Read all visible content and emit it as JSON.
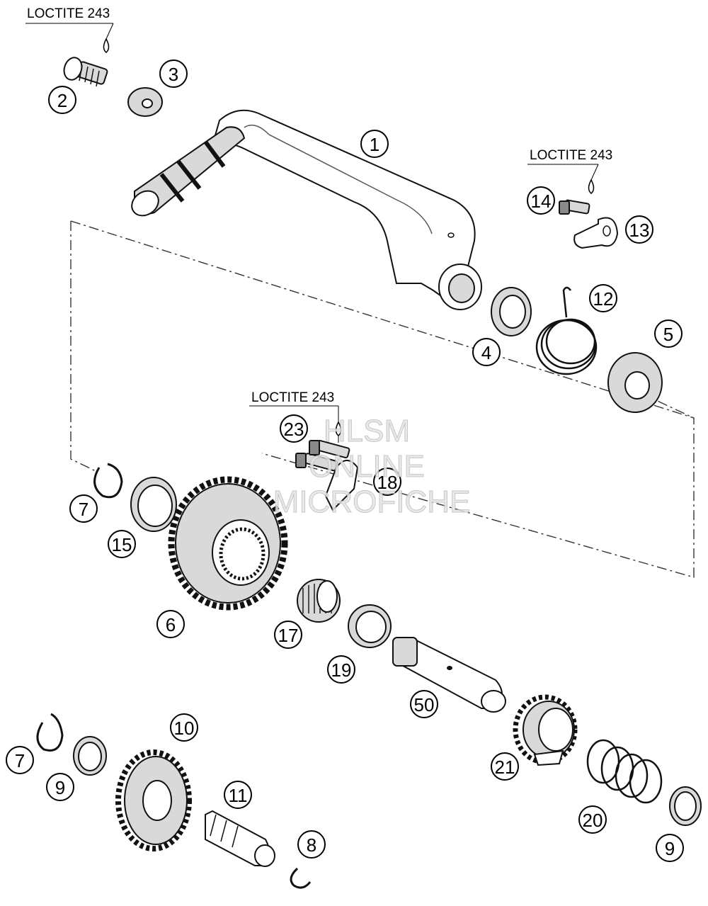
{
  "loctite_labels": [
    "LOCTITE 243",
    "LOCTITE 243",
    "LOCTITE 243"
  ],
  "watermark": {
    "line1": "HLSM",
    "line2": "ONLINE",
    "line3": "MICROFICHE"
  },
  "callouts": [
    "1",
    "2",
    "3",
    "4",
    "5",
    "6",
    "7",
    "7",
    "8",
    "9",
    "9",
    "10",
    "11",
    "12",
    "13",
    "14",
    "15",
    "17",
    "18",
    "19",
    "20",
    "21",
    "23",
    "50"
  ]
}
